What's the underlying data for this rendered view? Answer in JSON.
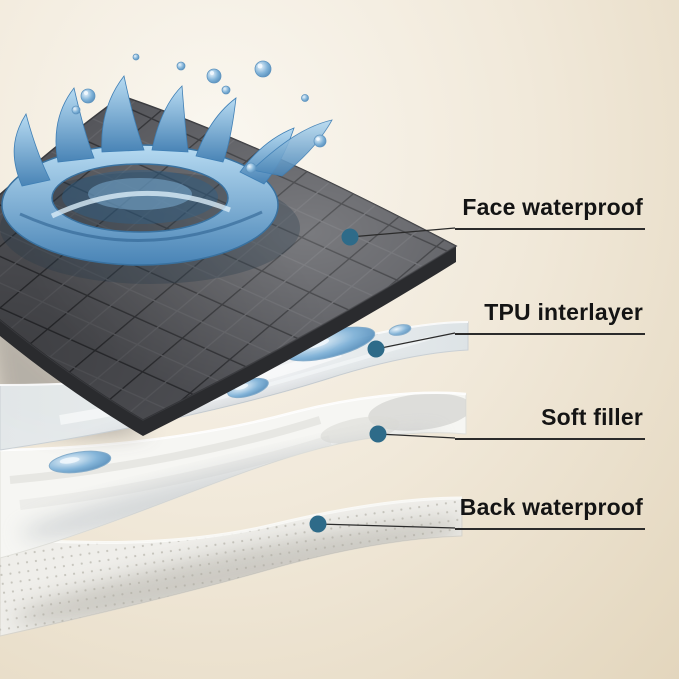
{
  "annotations": {
    "items": [
      {
        "id": "face-waterproof",
        "label": "Face waterproof"
      },
      {
        "id": "tpu-interlayer",
        "label": "TPU interlayer"
      },
      {
        "id": "soft-filler",
        "label": "Soft filler"
      },
      {
        "id": "back-waterproof",
        "label": "Back waterproof"
      }
    ],
    "dot_color": "#2e6b89",
    "line_color": "#2b2b2b",
    "text_color": "#141414"
  },
  "layers": [
    {
      "name": "Face waterproof",
      "color": "#54555a"
    },
    {
      "name": "TPU interlayer",
      "color": "#e7ebee"
    },
    {
      "name": "Soft filler",
      "color": "#f5f5f2"
    },
    {
      "name": "Back waterproof",
      "color": "#efeeea"
    }
  ],
  "background": {
    "center": "#f9f6ee",
    "edge": "#e3d6bd"
  },
  "water_color": "#4984b6"
}
